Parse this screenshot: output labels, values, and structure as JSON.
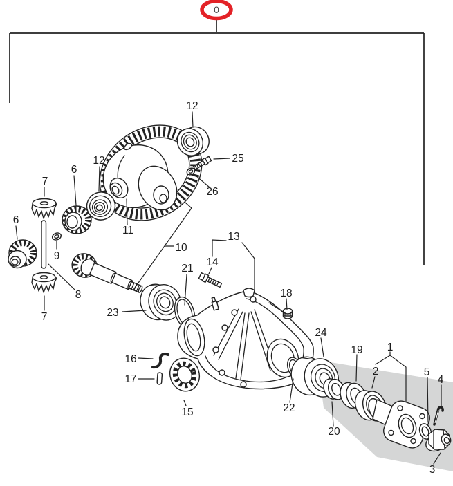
{
  "meta": {
    "kind": "parts-catalog-exploded-diagram",
    "subject": "rear differential and final drive gear assembly"
  },
  "colors": {
    "line": "#222222",
    "label_text": "#1c1c1c",
    "highlight": "#e32227",
    "shade": "#d5d6d6",
    "background": "#ffffff"
  },
  "callout": {
    "label": "0"
  },
  "part_labels": {
    "p1": "1",
    "p2": "2",
    "p3": "3",
    "p4": "4",
    "p5": "5",
    "p6": "6",
    "p7": "7",
    "p8": "8",
    "p9": "9",
    "p10": "10",
    "p11": "11",
    "p12": "12",
    "p13": "13",
    "p14": "14",
    "p15": "15",
    "p16": "16",
    "p17": "17",
    "p18": "18",
    "p19": "19",
    "p20": "20",
    "p21": "21",
    "p22": "22",
    "p23": "23",
    "p24": "24",
    "p25": "25",
    "p26": "26"
  }
}
